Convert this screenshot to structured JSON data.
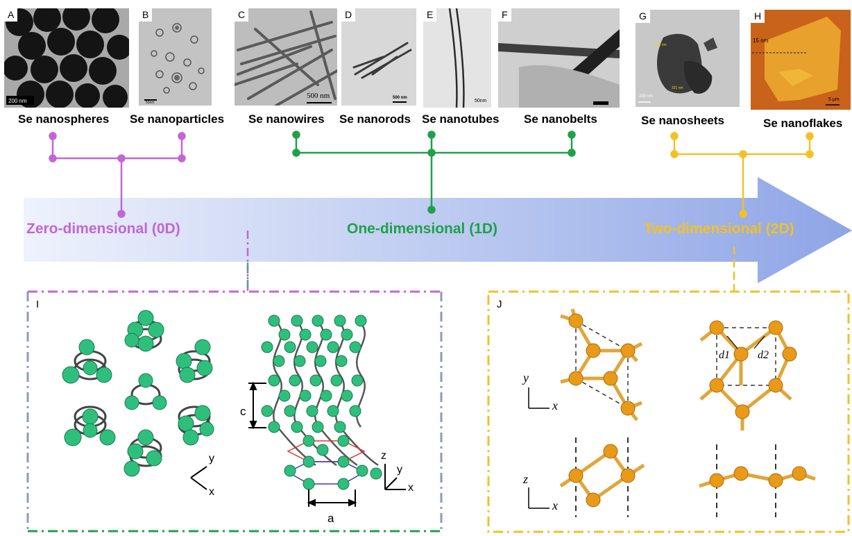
{
  "colors": {
    "purple": "#c266d6",
    "green": "#1ea14b",
    "yellow": "#f2c127",
    "arrow": "#8fa7e6",
    "atom_green": "#2fbf7c",
    "atom_gold": "#e39a1e"
  },
  "panels": [
    {
      "letter": "A",
      "caption": "Se nanospheres",
      "scale": "200 nm"
    },
    {
      "letter": "B",
      "caption": "Se nanoparticles",
      "scale": "50nm"
    },
    {
      "letter": "C",
      "caption": "Se nanowires",
      "scale": "500 nm"
    },
    {
      "letter": "D",
      "caption": "Se nanorods",
      "scale": "500 nm"
    },
    {
      "letter": "E",
      "caption": "Se nanotubes",
      "scale": "50nm"
    },
    {
      "letter": "F",
      "caption": "Se nanobelts",
      "scale": ""
    },
    {
      "letter": "G",
      "caption": "Se nanosheets",
      "scale": "200 nm",
      "annot1": "543 nm",
      "annot2": "321 nm"
    },
    {
      "letter": "H",
      "caption": "Se nanoflakes",
      "scale": "5 μm",
      "annot1": "15 nm"
    }
  ],
  "dimensions": {
    "zero": "Zero-dimensional (0D)",
    "one": "One-dimensional (1D)",
    "two": "Two-dimensional (2D)"
  },
  "boxI": {
    "letter": "I",
    "c_label": "c",
    "a_label": "a",
    "axis_x": "x",
    "axis_y": "y",
    "axis_z": "z"
  },
  "boxJ": {
    "letter": "J",
    "axis_x": "x",
    "axis_y": "y",
    "axis_z": "z",
    "d1": "d1",
    "d2": "d2"
  }
}
